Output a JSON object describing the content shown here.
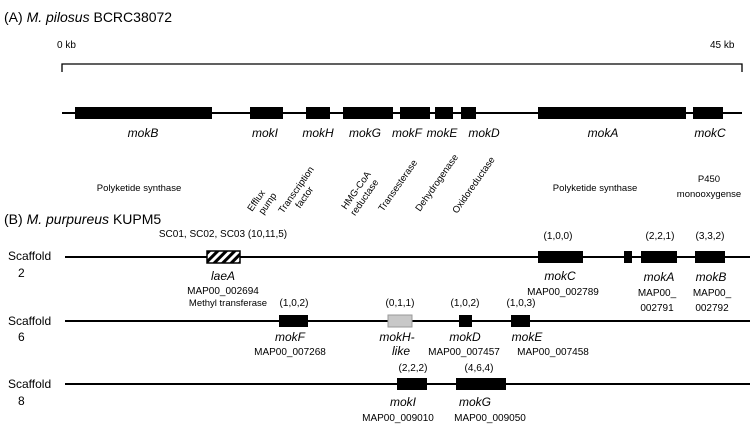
{
  "panel_a": {
    "label": "(A)",
    "species": "M. pilosus",
    "strain": "BCRC38072",
    "scale_start": "0 kb",
    "scale_end": "45 kb",
    "genes": [
      {
        "name": "mokB",
        "function": "Polyketide synthase"
      },
      {
        "name": "mokI",
        "function_lines": [
          "Efflux",
          "pump"
        ]
      },
      {
        "name": "mokH",
        "function_lines": [
          "Transcription",
          "factor"
        ]
      },
      {
        "name": "mokG",
        "function_lines": [
          "HMG-CoA",
          "reductase"
        ]
      },
      {
        "name": "mokF",
        "function": "Transesterase"
      },
      {
        "name": "mokE",
        "function": "Dehydrogenase"
      },
      {
        "name": "mokD",
        "function": "Oxidoreductase"
      },
      {
        "name": "mokA",
        "function": "Polyketide synthase"
      },
      {
        "name": "mokC",
        "function_lines": [
          "P450",
          "monooxygense"
        ]
      }
    ]
  },
  "panel_b": {
    "label": "(B)",
    "species": "M. purpureus",
    "strain": "KUPM5",
    "scaffolds": [
      {
        "label": "Scaffold",
        "number": "2",
        "genes": [
          {
            "name": "laeA",
            "counts": "SC01, SC02, SC03 (10,11,5)",
            "id": "MAP00_002694",
            "function": "Methyl transferase"
          },
          {
            "name": "mokC",
            "counts": "(1,0,0)",
            "id": "MAP00_002789"
          },
          {
            "name": "mokA",
            "counts": "(2,2,1)",
            "id_lines": [
              "MAP00_",
              "002791"
            ]
          },
          {
            "name": "mokB",
            "counts": "(3,3,2)",
            "id_lines": [
              "MAP00_",
              "002792"
            ]
          }
        ]
      },
      {
        "label": "Scaffold",
        "number": "6",
        "genes": [
          {
            "name": "mokF",
            "counts": "(1,0,2)",
            "id": "MAP00_007268"
          },
          {
            "name_lines": [
              "mokH-",
              "like"
            ],
            "counts": "(0,1,1)"
          },
          {
            "name": "mokD",
            "counts": "(1,0,2)",
            "id": "MAP00_007457"
          },
          {
            "name": "mokE",
            "counts": "(1,0,3)",
            "id": "MAP00_007458"
          }
        ]
      },
      {
        "label": "Scaffold",
        "number": "8",
        "genes": [
          {
            "name": "mokI",
            "counts": "(2,2,2)",
            "id": "MAP00_009010"
          },
          {
            "name": "mokG",
            "counts": "(4,6,4)",
            "id": "MAP00_009050"
          }
        ]
      }
    ]
  }
}
